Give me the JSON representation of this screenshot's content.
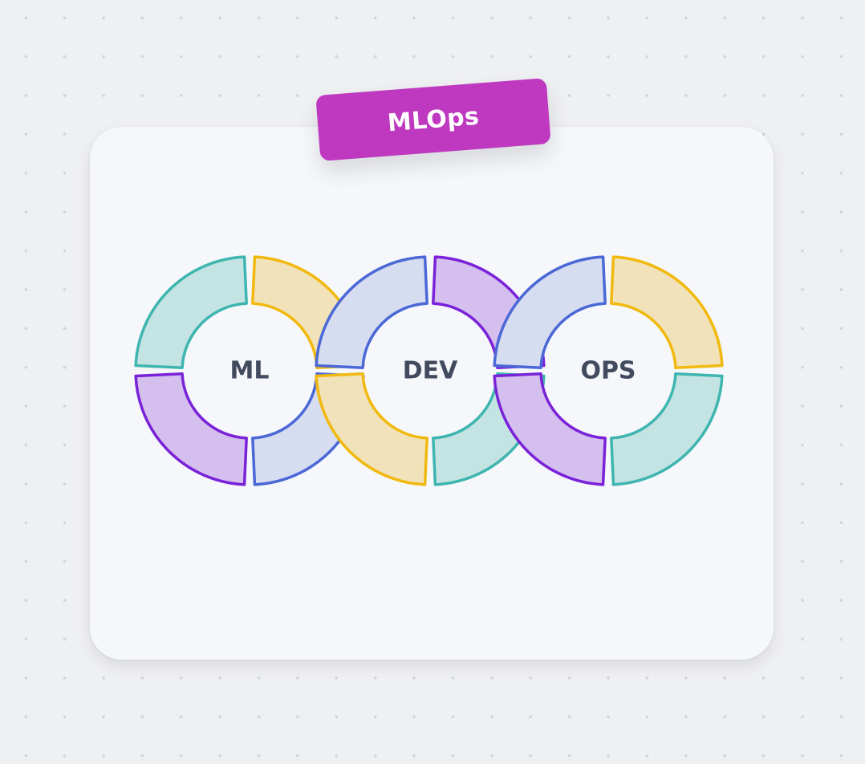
{
  "title": "MLOps",
  "rings": [
    {
      "label": "ML",
      "segments": [
        {
          "quadrant": "top-left",
          "color": "teal"
        },
        {
          "quadrant": "top-right",
          "color": "yellow"
        },
        {
          "quadrant": "bottom-left",
          "color": "purple"
        },
        {
          "quadrant": "bottom-right",
          "color": "blue"
        }
      ]
    },
    {
      "label": "DEV",
      "segments": [
        {
          "quadrant": "top-left",
          "color": "blue"
        },
        {
          "quadrant": "top-right",
          "color": "purple"
        },
        {
          "quadrant": "bottom-left",
          "color": "yellow"
        },
        {
          "quadrant": "bottom-right",
          "color": "teal"
        }
      ]
    },
    {
      "label": "OPS",
      "segments": [
        {
          "quadrant": "top-left",
          "color": "blue"
        },
        {
          "quadrant": "top-right",
          "color": "yellow"
        },
        {
          "quadrant": "bottom-left",
          "color": "purple"
        },
        {
          "quadrant": "bottom-right",
          "color": "teal"
        }
      ]
    }
  ],
  "palette": {
    "teal": {
      "stroke": "#3fb5b0",
      "fill": "#c4e4e3"
    },
    "yellow": {
      "stroke": "#f1b90f",
      "fill": "#f1e2b9"
    },
    "purple": {
      "stroke": "#7a22d8",
      "fill": "#d5bfee"
    },
    "blue": {
      "stroke": "#4a68d6",
      "fill": "#d7ddf0"
    }
  },
  "colors": {
    "badge": "#bf38c0",
    "label_text": "#424a5e",
    "card": "#f5f7fa",
    "background": "#eff0f2"
  }
}
